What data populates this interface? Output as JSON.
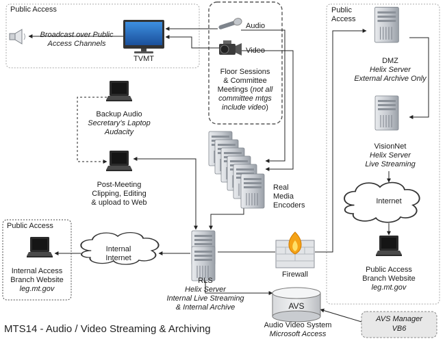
{
  "diagram": {
    "title": "MTS14 - Audio / Video Streaming & Archiving",
    "regions": {
      "public_access_top": "Public Access",
      "public_access_right_l1": "Public",
      "public_access_right_l2": "Access",
      "public_access_left": "Public Access"
    },
    "nodes": {
      "broadcast_l1": "Broadcast over Public",
      "broadcast_l2": "Access Channels",
      "tvmt": "TVMT",
      "audio": "Audio",
      "video": "Video",
      "floor_l1": "Floor Sessions",
      "floor_l2": "& Committee",
      "floor_l3": "Meetings (",
      "floor_l3_em": "not all",
      "floor_l4": "committee mtgs",
      "floor_l5": "include video",
      "floor_l5_close": ")",
      "dmz": "DMZ",
      "dmz_sub1": "Helix Server",
      "dmz_sub2": "External Archive Only",
      "visionnet": "VisionNet",
      "visionnet_sub1": "Helix Server",
      "visionnet_sub2": "Live Streaming",
      "internet_right": "Internet",
      "backup_l1": "Backup Audio",
      "backup_l2": "Secretary’s Laptop",
      "backup_l3": "Audacity",
      "post_l1": "Post-Meeting",
      "post_l2": "Clipping, Editing",
      "post_l3": "& upload to Web",
      "encoders_l1": "Real",
      "encoders_l2": "Media",
      "encoders_l3": "Encoders",
      "internal_internet_l1": "Internal",
      "internal_internet_l2": "Internet",
      "branch_int_l1": "Internal Access",
      "branch_int_l2": "Branch Website",
      "branch_int_l3": "leg.mt.gov",
      "firewall": "Firewall",
      "branch_pub_l1": "Public Access",
      "branch_pub_l2": "Branch Website",
      "branch_pub_l3": "leg.mt.gov",
      "rls": "RLS",
      "rls_sub1": "Helix Server",
      "rls_sub2": "Internal Live Streaming",
      "rls_sub3": "& Internal Archive",
      "avs": "AVS",
      "avs_sub1": "Audio Video System",
      "avs_sub2": "Microsoft Access",
      "avs_manager_l1": "AVS Manager",
      "avs_manager_l2": "VB6"
    },
    "colors": {
      "region_border": "#a8a8a8",
      "connector": "#222222",
      "server_body": "#c9ccd1",
      "cloud_fill": "#ffffff",
      "flame": "#f5a316"
    }
  }
}
